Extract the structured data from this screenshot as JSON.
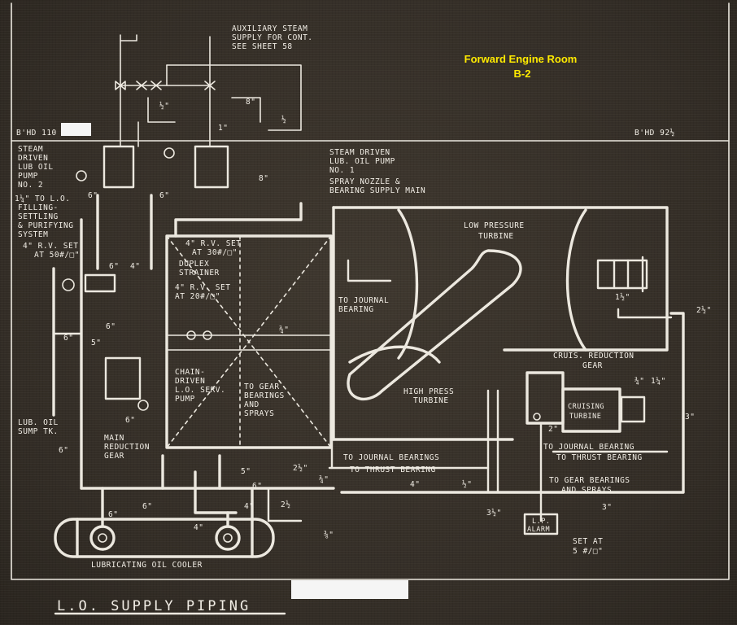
{
  "header": {
    "location_line1": "Forward Engine Room",
    "location_line2": "B-2"
  },
  "title": "L.O. SUPPLY PIPING",
  "bulkheads": {
    "left": "B'HD 110",
    "right": "B'HD 92½"
  },
  "labels": {
    "aux_steam": [
      "AUXILIARY STEAM",
      "SUPPLY FOR CONT.",
      "SEE SHEET 58"
    ],
    "steam_pump2": [
      "STEAM",
      "DRIVEN",
      "LUB OIL",
      "PUMP",
      "NO. 2"
    ],
    "steam_pump1": [
      "STEAM DRIVEN",
      "LUB. OIL PUMP",
      "NO. 1"
    ],
    "spray_main": [
      "SPRAY NOZZLE &",
      "BEARING SUPPLY MAIN"
    ],
    "filling": [
      "1¼\" TO L.O.",
      "FILLING-",
      "SETTLING",
      "& PURIFYING",
      "SYSTEM"
    ],
    "rv_set_left": [
      "4\" R.V. SET",
      "AT 50#/□\""
    ],
    "rv_set_right": [
      "4\" R.V. SET",
      "AT 30#/□\""
    ],
    "duplex": [
      "DUPLEX",
      "STRAINER"
    ],
    "rv_set_mid": [
      "4\" R.V. SET",
      "AT 20#/□\""
    ],
    "lp_turbine": [
      "LOW PRESSURE",
      "TURBINE"
    ],
    "to_journal": [
      "TO JOURNAL",
      "BEARING"
    ],
    "chain_pump": [
      "CHAIN-",
      "DRIVEN",
      "L.O. SERV.",
      "PUMP"
    ],
    "to_gear": [
      "TO GEAR",
      "BEARINGS",
      "AND",
      "SPRAYS"
    ],
    "hp_turbine": [
      "HIGH PRESS",
      "TURBINE"
    ],
    "cruis_gear": [
      "CRUIS. REDUCTION",
      "GEAR"
    ],
    "cruising_turbine": [
      "CRUISING",
      "TURBINE"
    ],
    "sump": [
      "LUB. OIL",
      "SUMP TK."
    ],
    "main_gear": [
      "MAIN",
      "REDUCTION",
      "GEAR"
    ],
    "to_journal_bearings": "TO JOURNAL BEARINGS",
    "to_thrust_bearing": "TO THRUST BEARING",
    "right_journal": "TO JOURNAL BEARING",
    "right_thrust": "TO THRUST BEARING",
    "to_gear_bearings": [
      "TO GEAR BEARINGS",
      "AND SPRAYS"
    ],
    "lp_alarm": [
      "L.P.",
      "ALARM"
    ],
    "set_at": [
      "SET AT",
      "5 #/□\""
    ],
    "cooler": "LUBRICATING OIL COOLER"
  },
  "pipe_sizes": {
    "half_a": "½\"",
    "eight_a": "8\"",
    "half_b": "½",
    "one": "1\"",
    "six_a": "6\"",
    "six_b": "6\"",
    "eight_b": "8\"",
    "six_c": "6\"",
    "four_a": "4\"",
    "six_d": "6\"",
    "five_a": "5\"",
    "six_e": "6\"",
    "six_f": "6\"",
    "three_q": "¾\"",
    "onehalf_a": "1½\"",
    "twohalf_a": "2½\"",
    "two_a": "2\"",
    "onequarter": "1¼\"",
    "threeq_b": "¾\"",
    "three_a": "3\"",
    "six_g": "6\"",
    "five_b": "5\"",
    "twohalf_b": "2½\"",
    "threeq_c": "¾\"",
    "four_b": "4\"",
    "onehalf_b": "½\"",
    "six_h": "6\"",
    "six_i": "6\"",
    "four_c": "4\"",
    "six_j": "6\"",
    "four_d": "4\"",
    "twohalf_c": "2½",
    "three_eighth": "⅜\"",
    "threehalf": "3½\"",
    "three_b": "3\""
  },
  "colors": {
    "background": "#38322a",
    "ink": "#ece8df",
    "highlight": "#ffea00"
  }
}
